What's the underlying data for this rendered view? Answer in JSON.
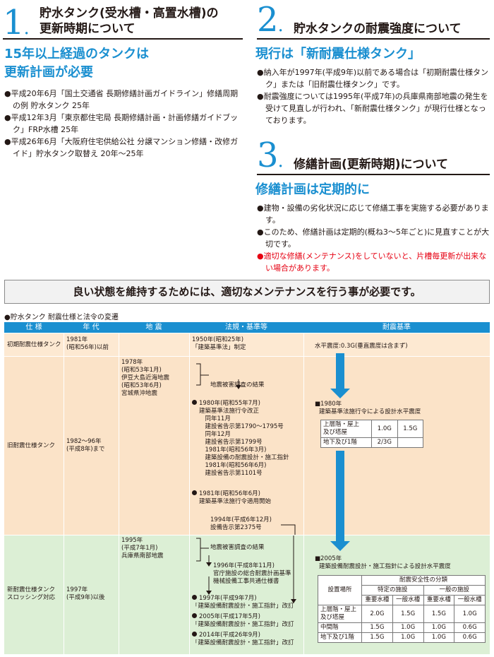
{
  "s1": {
    "num": "1",
    "dot": ".",
    "title1": "貯水タンク(受水槽・高置水槽)の",
    "title2": "更新時期について",
    "lead1": "15年以上経過のタンクは",
    "lead2": "更新計画が必要",
    "b1": "●平成20年6月「国土交通省 長期修繕計画ガイドライン」修繕周期の例 貯水タンク 25年",
    "b2": "●平成12年3月「東京都住宅局 長期修繕計画・計画修繕ガイドブック」FRP水槽 25年",
    "b3": "●平成26年6月「大阪府住宅供給公社 分譲マンション修繕・改修ガイド」貯水タンク取替え 20年〜25年"
  },
  "s2": {
    "num": "2",
    "dot": ".",
    "title": "貯水タンクの耐震強度について",
    "lead": "現行は「新耐震仕様タンク」",
    "b1": "●納入年が1997年(平成9年)以前である場合は「初期耐震仕様タンク」または「旧耐震仕様タンク」です。",
    "b2": "●耐震強度については1995年(平成7年)の兵庫県南部地震の発生を受けて見直しが行われ、「新耐震仕様タンク」が現行仕様となっております。"
  },
  "s3": {
    "num": "3",
    "dot": ".",
    "title": "修繕計画(更新時期)について",
    "lead": "修繕計画は定期的に",
    "b1": "●建物・設備の劣化状況に応じて修繕工事を実施する必要があります。",
    "b2": "●このため、修繕計画は定期的(概ね3〜5年ごと)に見直すことが大切です。",
    "b3": "●適切な修繕(メンテナンス)をしていないと、片槽毎更新が出来ない場合があります。"
  },
  "banner": "良い状態を維持するためには、適切なメンテナンスを行う事が必要です。",
  "table": {
    "caption": "●貯水タンク 耐震仕様と法令の変遷",
    "headers": [
      "仕 様",
      "年 代",
      "地 震",
      "法規・基準等",
      "耐震基準"
    ],
    "r1": {
      "spec": "初期耐震仕様タンク",
      "era": "1981年\n(昭和56年)以前",
      "law": "1950年(昭和25年)\n「建築基準法」制定",
      "std": "水平震度:0.3G(垂直震度は含まず)"
    },
    "r2": {
      "spec": "旧耐震仕様タンク",
      "era": "1982〜96年\n(平成8年)まで",
      "quake": "1978年\n(昭和53年1月)\n伊豆大島近海地震\n(昭和53年6月)\n宮城県沖地震",
      "l1": "地震被害調査の結果",
      "l2": "1980年(昭和55年7月)",
      "l3": "建築基準法施行令改正\n　同年11月\n　建設省告示第1790〜1795号\n　同年12月\n　建設省告示第1799号\n　1981年(昭和56年3月)\n　建築設備の耐震設計・施工指針\n　1981年(昭和56年6月)\n　建設省告示第1101号",
      "l4": "1981年(昭和56年6月)",
      "l5": "建築基準法施行令適用開始",
      "l6": "1994年(平成6年12月)\n設備告示第2375号",
      "std1": "■1980年",
      "std2": "建築基準法施行令による設計水平震度",
      "t": [
        [
          "上層階・屋上\n及び塔屋",
          "1.0G",
          "1.5G"
        ],
        [
          "地下及び1階",
          "2/3G",
          ""
        ]
      ]
    },
    "r3": {
      "spec": "新耐震仕様タンク\nスロッシング対応",
      "era": "1997年\n(平成9年)以後",
      "quake": "1995年\n(平成7年1月)\n兵庫県南部地震",
      "l1": "地震被害調査の結果",
      "l2": "1996年(平成8年11月)\n官庁施設の総合耐震計画基準\n機械設備工事共通仕様書",
      "l3": "1997年(平成9年7月)",
      "l4": "「建築設備耐震設計・施工指針」改訂",
      "l5": "2005年(平成17年5月)",
      "l6": "「建築設備耐震設計・施工指針」改訂",
      "l7": "2014年(平成26年9月)",
      "l8": "「建築設備耐震設計・施工指針」改訂",
      "std1": "■2005年",
      "std2": "建築設備耐震設計・施工指針による設計水平震度",
      "th1": "設置場所",
      "th2": "耐震安全性の分類",
      "th3": "特定の施設",
      "th4": "一般の施設",
      "th5": [
        "重要水槽",
        "一般水槽",
        "重要水槽",
        "一般水槽"
      ],
      "t": [
        [
          "上層階・屋上\n及び塔屋",
          "2.0G",
          "1.5G",
          "1.5G",
          "1.0G"
        ],
        [
          "中間階",
          "1.5G",
          "1.0G",
          "1.0G",
          "0.6G"
        ],
        [
          "地下及び1階",
          "1.5G",
          "1.0G",
          "1.0G",
          "0.6G"
        ]
      ]
    }
  },
  "colors": {
    "blue": "#1a8fd0",
    "orange": "#fbe3c8",
    "green": "#dcefd5",
    "red": "#e60012"
  }
}
